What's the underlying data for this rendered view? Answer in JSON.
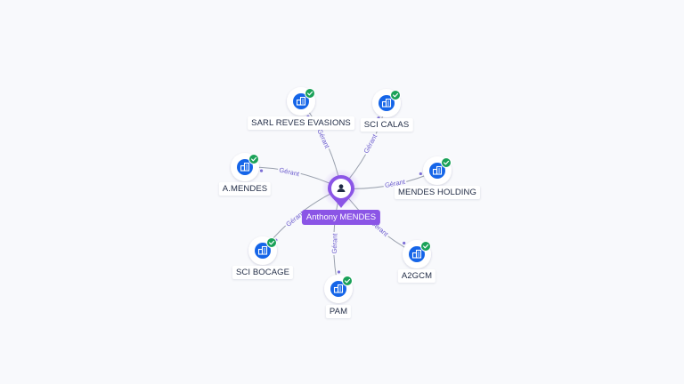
{
  "colors": {
    "person": "#8b55e6",
    "company": "#1565e8",
    "check": "#1aa158",
    "edge": "#9aa1ae",
    "edge_label": "#6a5acd"
  },
  "center": {
    "name": "Anthony MENDES",
    "icon": "person-icon"
  },
  "relations": [
    {
      "name": "SARL REVES EVASIONS",
      "role": "Gérant",
      "icon": "building-icon",
      "verified": true
    },
    {
      "name": "SCI CALAS",
      "role": "Gérant",
      "icon": "building-icon",
      "verified": true
    },
    {
      "name": "A.MENDES",
      "role": "Gérant",
      "icon": "building-icon",
      "verified": true
    },
    {
      "name": "MENDES HOLDING",
      "role": "Gérant",
      "icon": "building-icon",
      "verified": true
    },
    {
      "name": "SCI BOCAGE",
      "role": "Gérant",
      "icon": "building-icon",
      "verified": true
    },
    {
      "name": "PAM",
      "role": "Gérant",
      "icon": "building-icon",
      "verified": true
    },
    {
      "name": "A2GCM",
      "role": "Gérant",
      "icon": "building-icon",
      "verified": true
    }
  ]
}
